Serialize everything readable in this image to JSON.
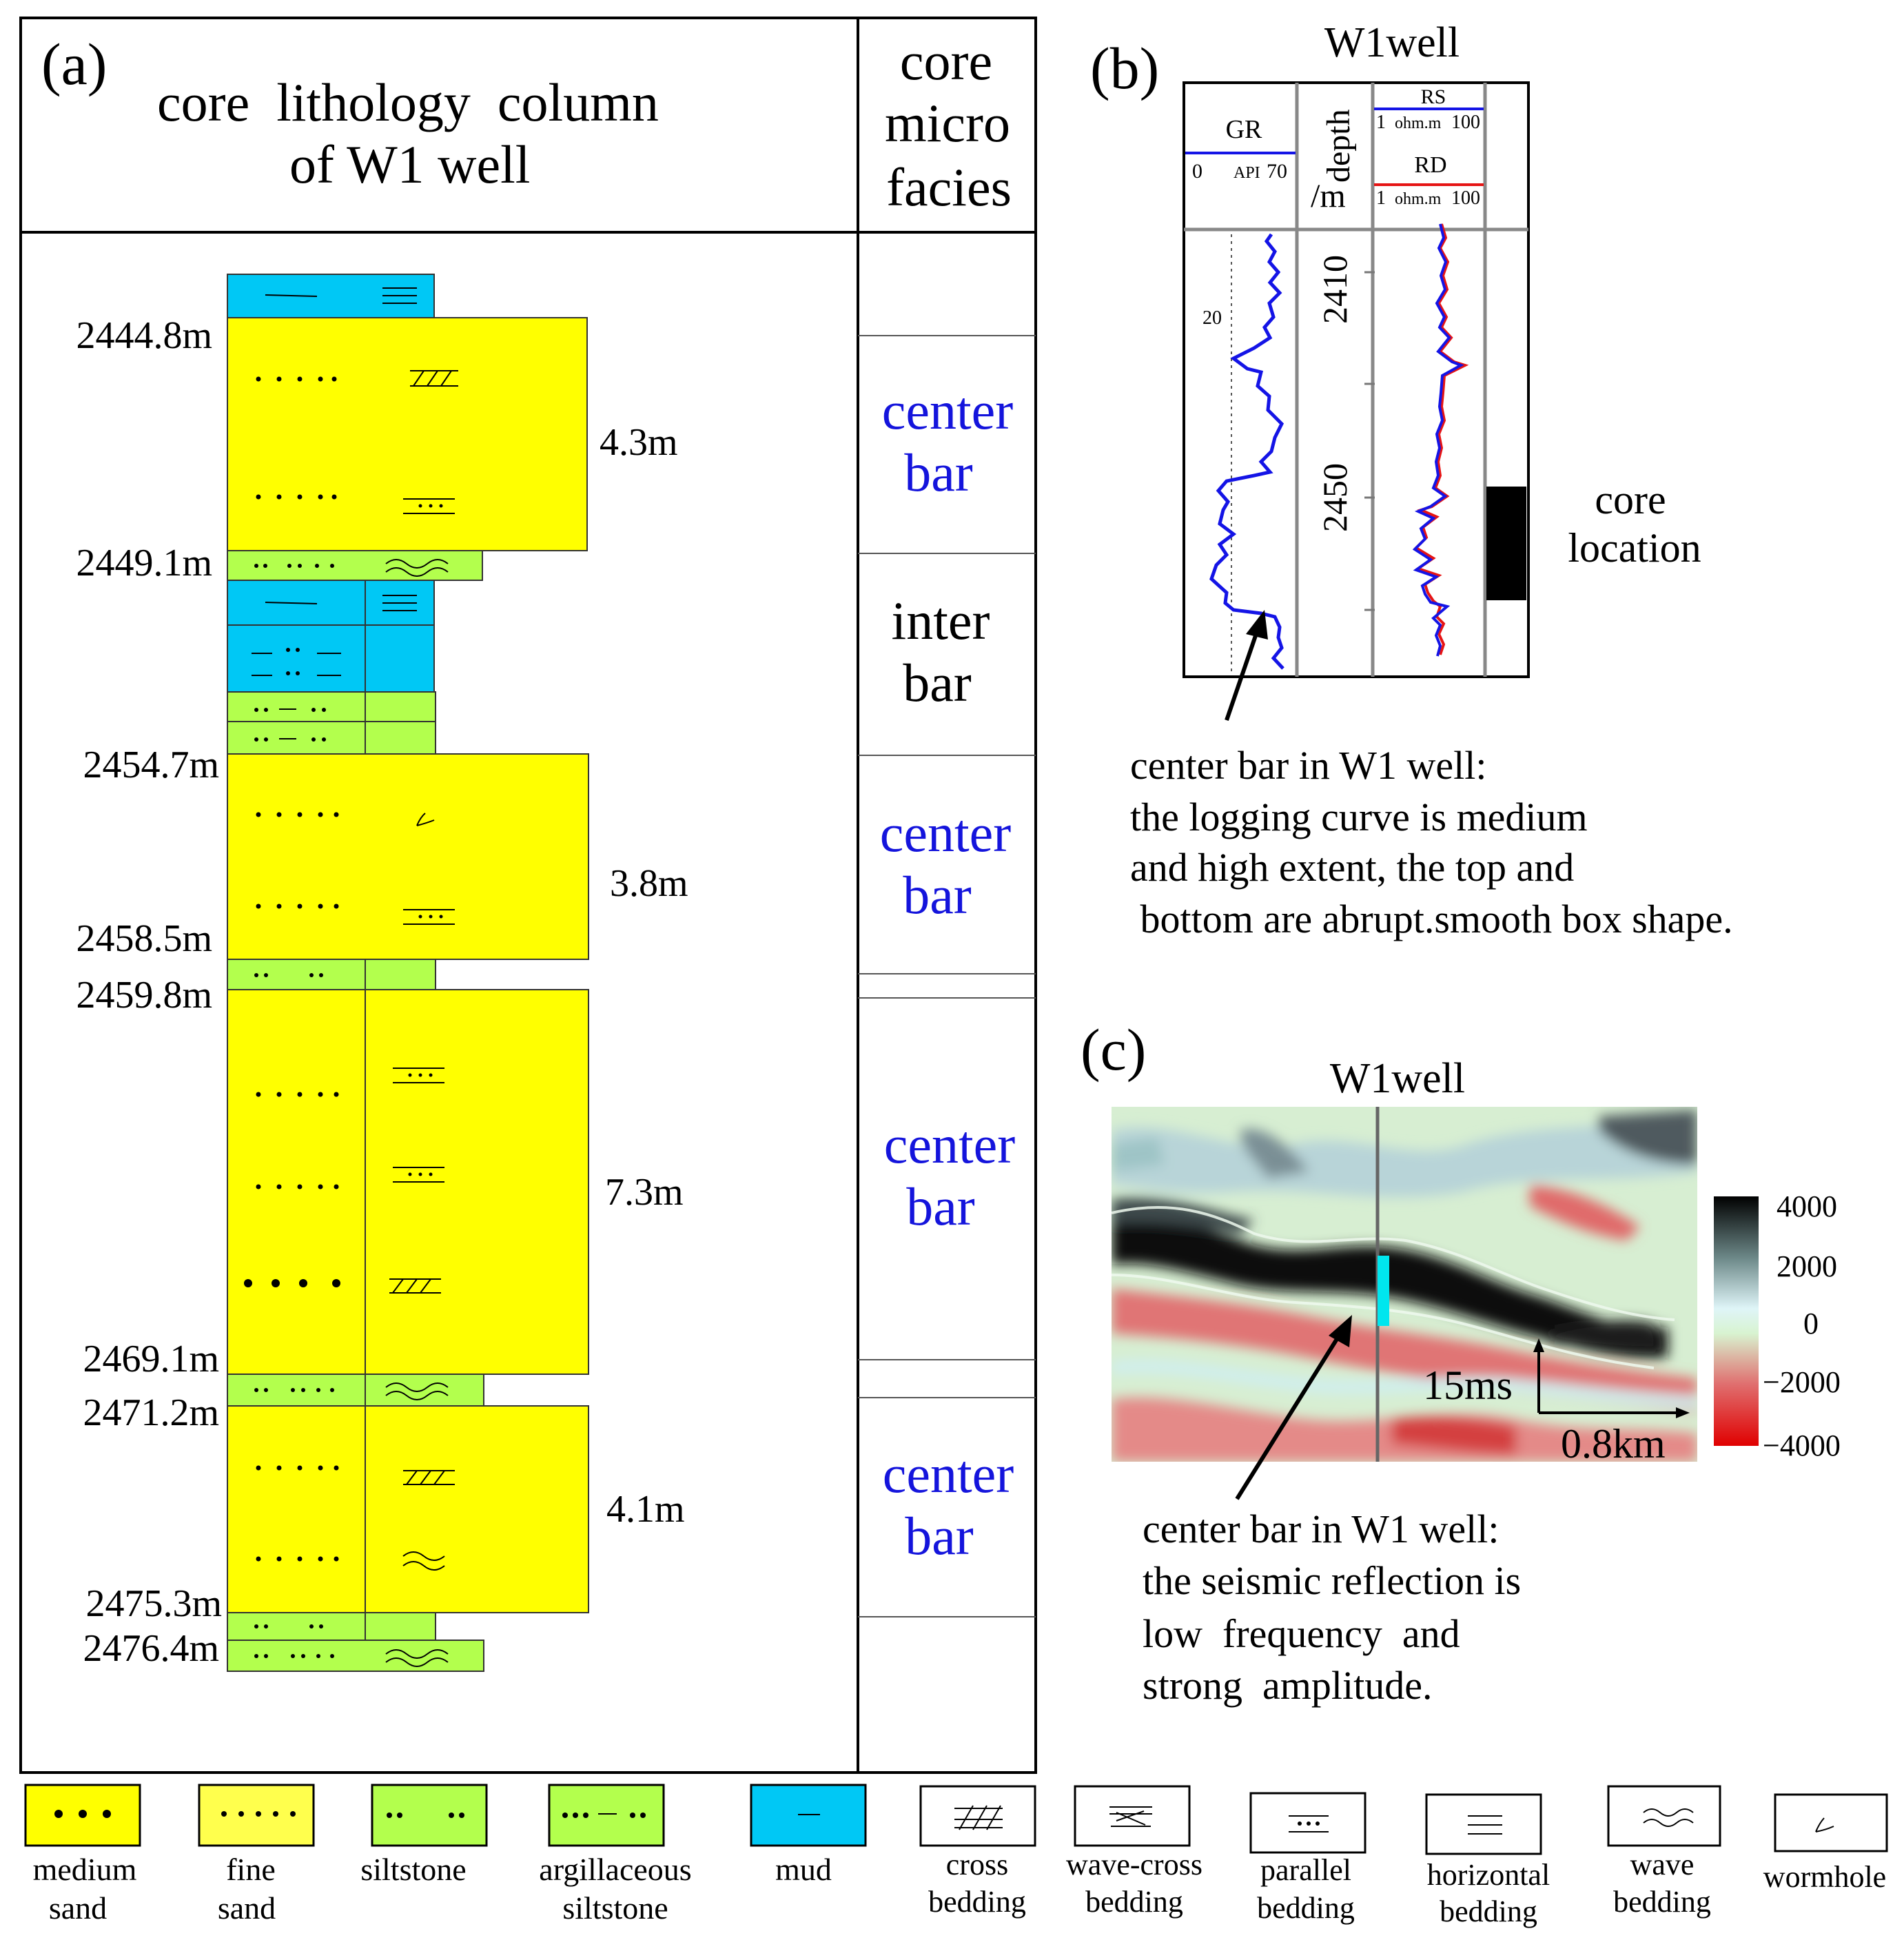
{
  "panel_a": {
    "tag": "(a)",
    "title_line1": "core  lithology  column",
    "title_line2": "of W1 well",
    "facies_header": [
      "core",
      "micro",
      "facies"
    ],
    "depths": [
      "2444.8m",
      "2449.1m",
      "2454.7m",
      "2458.5m",
      "2459.8m",
      "2469.1m",
      "2471.2m",
      "2475.3m",
      "2476.4m"
    ],
    "thicknesses": [
      "4.3m",
      "3.8m",
      "7.3m",
      "4.1m"
    ],
    "facies": {
      "center_bar": [
        "center",
        "bar"
      ],
      "inter_bar": [
        "inter",
        "bar"
      ]
    }
  },
  "panel_b": {
    "tag": "(b)",
    "well_title": "W1well",
    "gr_track": {
      "name": "GR",
      "min": "0",
      "unit": "API",
      "max": "70",
      "tick": "20"
    },
    "depth_track": {
      "label": "depth",
      "unit": "/m",
      "ticks": [
        "2410",
        "2450"
      ]
    },
    "res_track": {
      "rs_name": "RS",
      "rs_scale": [
        "1",
        "ohm.m",
        "100"
      ],
      "rd_name": "RD",
      "rd_scale": [
        "1",
        "ohm.m",
        "100"
      ]
    },
    "core_label": [
      "core",
      "location"
    ],
    "note": [
      "center bar in W1 well:",
      "the logging curve is medium",
      "and high extent, the top and",
      " bottom are abrupt.smooth box shape."
    ],
    "colors": {
      "gr": "#1414e6",
      "rs": "#1414e6",
      "rd": "#e61414"
    }
  },
  "panel_c": {
    "tag": "(c)",
    "well_title": "W1well",
    "colorbar_ticks": [
      "4000",
      "2000",
      "0",
      "−2000",
      "−4000"
    ],
    "scale_time": "15ms",
    "scale_dist": "0.8km",
    "note": [
      "center bar in W1 well:",
      "the seismic reflection is",
      "low  frequency  and",
      "strong  amplitude."
    ]
  },
  "legend": [
    {
      "id": "medium-sand",
      "label": [
        "medium",
        "sand"
      ]
    },
    {
      "id": "fine-sand",
      "label": [
        "fine",
        "sand"
      ]
    },
    {
      "id": "siltstone",
      "label": [
        "siltstone"
      ]
    },
    {
      "id": "argillaceous-siltstone",
      "label": [
        "argillaceous",
        "siltstone"
      ]
    },
    {
      "id": "mud",
      "label": [
        "mud"
      ]
    },
    {
      "id": "cross-bedding",
      "label": [
        "cross",
        "bedding"
      ]
    },
    {
      "id": "wave-cross-bedding",
      "label": [
        "wave-cross",
        "bedding"
      ]
    },
    {
      "id": "parallel-bedding",
      "label": [
        "parallel",
        "bedding"
      ]
    },
    {
      "id": "horizontal-bedding",
      "label": [
        "horizontal",
        "bedding"
      ]
    },
    {
      "id": "wave-bedding",
      "label": [
        "wave",
        "bedding"
      ]
    },
    {
      "id": "wormhole",
      "label": [
        "wormhole"
      ]
    }
  ],
  "colors": {
    "medium_sand": "#ffff00",
    "fine_sand": "#ffff4d",
    "siltstone": "#b3ff4d",
    "mud": "#00c8f5",
    "facies_text_blue": "#1414dc",
    "seismic_positive": "#1a1a1a",
    "seismic_negative": "#dc2020",
    "seismic_zero": "#dff5e8"
  }
}
